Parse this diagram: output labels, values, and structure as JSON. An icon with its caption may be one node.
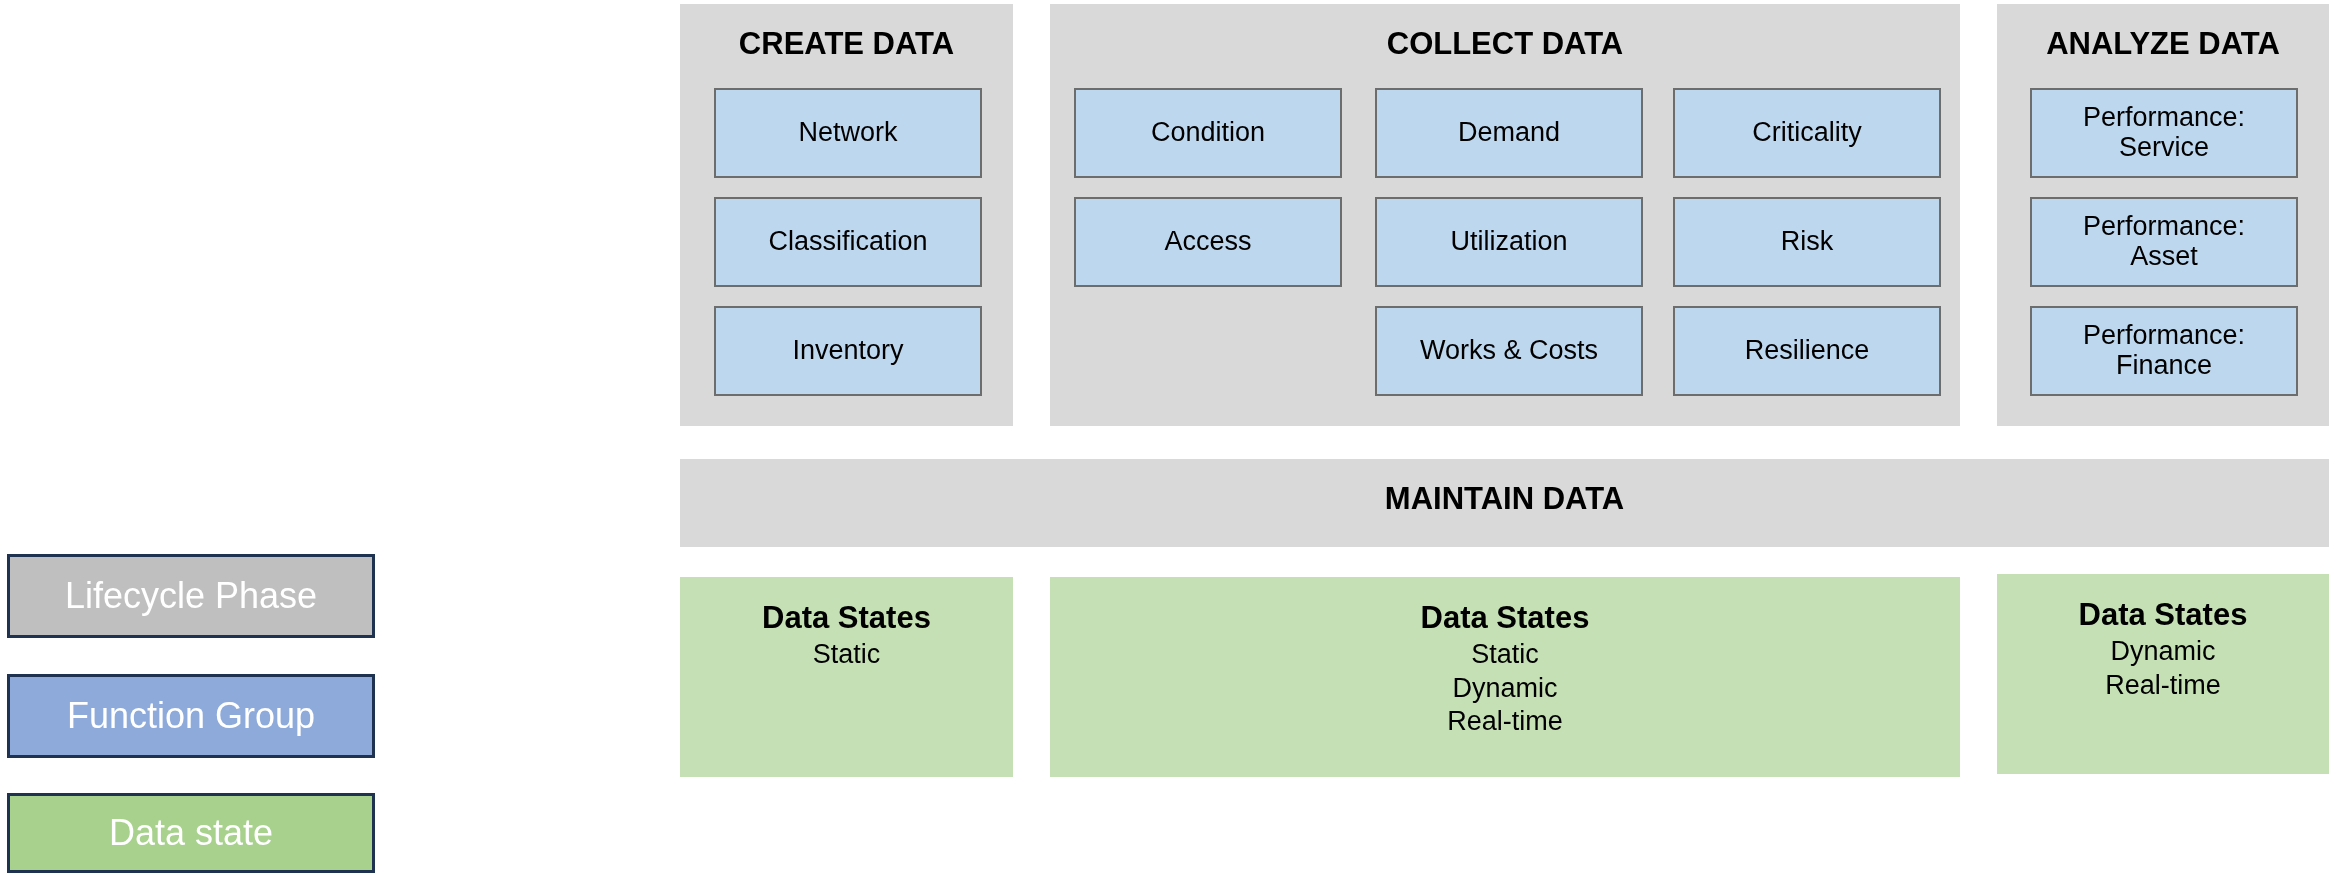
{
  "diagram": {
    "nodes": [
      {
        "text": [
          "CREATE DATA"
        ]
      },
      {
        "text": [
          "Network"
        ],
        "in": 0
      },
      {
        "text": [
          "Classification"
        ],
        "in": 0
      },
      {
        "text": [
          "Inventory"
        ],
        "in": 0
      },
      {
        "text": [
          "COLLECT DATA"
        ]
      },
      {
        "text": [
          "Condition"
        ],
        "in": 4
      },
      {
        "text": [
          "Demand"
        ],
        "in": 4
      },
      {
        "text": [
          "Criticality"
        ],
        "in": 4
      },
      {
        "text": [
          "Access"
        ],
        "in": 4
      },
      {
        "text": [
          "Utilization"
        ],
        "in": 4
      },
      {
        "text": [
          "Risk"
        ],
        "in": 4
      },
      {
        "text": [
          "Works & Costs"
        ],
        "in": 4
      },
      {
        "text": [
          "Resilience"
        ],
        "in": 4
      },
      {
        "text": [
          "ANALYZE DATA"
        ]
      },
      {
        "text": [
          "Performance: Service"
        ],
        "in": 13
      },
      {
        "text": [
          "Performance: Asset"
        ],
        "in": 13
      },
      {
        "text": [
          "Performance: Finance"
        ],
        "in": 13
      },
      {
        "text": [
          "MAINTAIN DATA"
        ]
      },
      {
        "text": [
          "Data States",
          "Static"
        ]
      },
      {
        "text": [
          "Data States",
          "Static",
          "Dynamic",
          "Real-time"
        ]
      },
      {
        "text": [
          "Data States",
          "Dynamic",
          "Real-time"
        ]
      }
    ],
    "legend": [
      {
        "text": "Lifecycle Phase",
        "color": "#bfbfbf"
      },
      {
        "text": "Function Group",
        "color": "#8eaadb"
      },
      {
        "text": "Data state",
        "color": "#a9d18e"
      }
    ]
  }
}
